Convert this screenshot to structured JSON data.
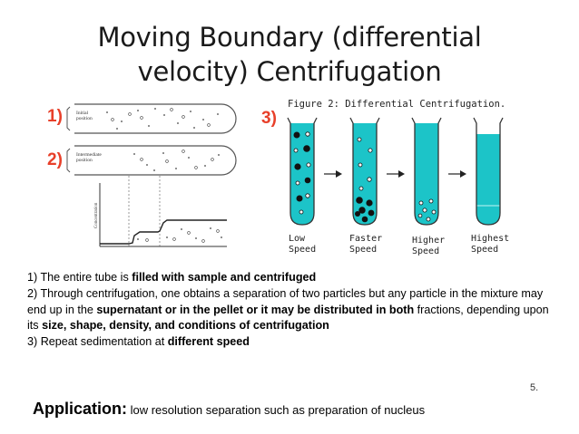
{
  "title": {
    "line1": "Moving Boundary (differential",
    "line2": "velocity) Centrifugation"
  },
  "figure_left": {
    "step1_num": "1)",
    "step2_num": "2)",
    "label_initial": [
      "Initial",
      "position"
    ],
    "label_intermediate": [
      "Intermediate",
      "position"
    ],
    "label_concentration": "Concentration"
  },
  "figure_right": {
    "step3_num": "3)",
    "caption": "Figure 2: Differential Centrifugation.",
    "tube_labels": [
      [
        "Low",
        "Speed"
      ],
      [
        "Faster",
        "Speed"
      ],
      [
        "Higher",
        "Speed"
      ],
      [
        "Highest",
        "Speed"
      ]
    ],
    "liquid_color": "#1cc4c8"
  },
  "body": {
    "item1_a": "1) The entire tube is ",
    "item1_b": "filled with sample and centrifuged",
    "item2_a": "2) Through centrifugation, one obtains a separation of two particles but any particle in the mixture may end up in the ",
    "item2_b": "supernatant or in the pellet or it may be distributed in both",
    "item2_c": " fractions, depending upon its ",
    "item2_d": "size, shape, density, and conditions of centrifugation",
    "item3_a": "3) Repeat sedimentation at ",
    "item3_b": "different speed"
  },
  "page_number": "5.",
  "application": {
    "label": "Application:",
    "text": " low resolution separation such as preparation of nucleus"
  }
}
